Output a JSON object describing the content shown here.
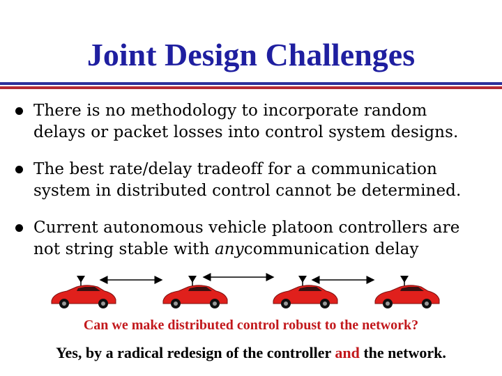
{
  "slide": {
    "title": "Joint Design Challenges",
    "colors": {
      "title": "#1f1fa0",
      "rule_blue": "#2c2f9a",
      "rule_red": "#b42a33",
      "accent_red": "#c2181c",
      "car_red": "#e0201c"
    },
    "bullets": [
      {
        "line1": "There is no methodology to incorporate random",
        "line2": "delays or packet losses into control system designs."
      },
      {
        "line1": "The best rate/delay tradeoff for a communication",
        "line2": "system in distributed control cannot be determined."
      },
      {
        "line1": "Current autonomous vehicle platoon controllers are",
        "line2_pre": "not string stable with ",
        "line2_em": "any",
        "line2_post": "communication delay"
      }
    ],
    "platoon": {
      "icon": "car-icon",
      "count": 4
    },
    "question": "Can we make distributed control robust to the network?",
    "answer": {
      "pre": "Yes, by a radical redesign of the controller ",
      "highlight": "and",
      "post": " the network."
    }
  }
}
